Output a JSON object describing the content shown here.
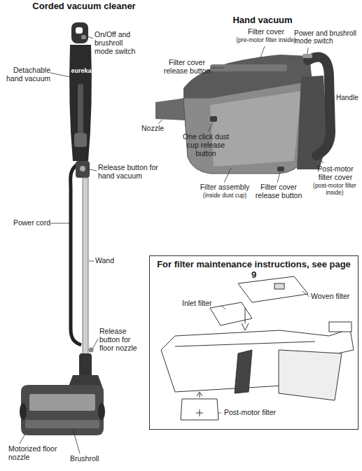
{
  "diagram": {
    "nodes": [
      {
        "text": [
          "For filter maintenance instructions, see page 9"
        ]
      }
    ],
    "labels": [
      "Corded vacuum cleaner",
      "Hand vacuum",
      "On/Off and brushroll mode switch",
      "Detachable hand vacuum",
      "eureka",
      "Release button for hand vacuum",
      "Power cord",
      "Wand",
      "Release button for floor nozzle",
      "Motorized floor nozzle",
      "Brushroll",
      "Filter cover",
      "(pre-motor filter inside)",
      "Filter cover release button",
      "Power and brushroll mode switch",
      "Handle",
      "Nozzle",
      "One click dust cup release button",
      "Filter assembly",
      "(inside dust cup)",
      "Filter cover release button",
      "Post-motor filter cover",
      "(post-motor filter inside)",
      "Woven filter",
      "Inlet filter",
      "Post-motor filter"
    ]
  }
}
